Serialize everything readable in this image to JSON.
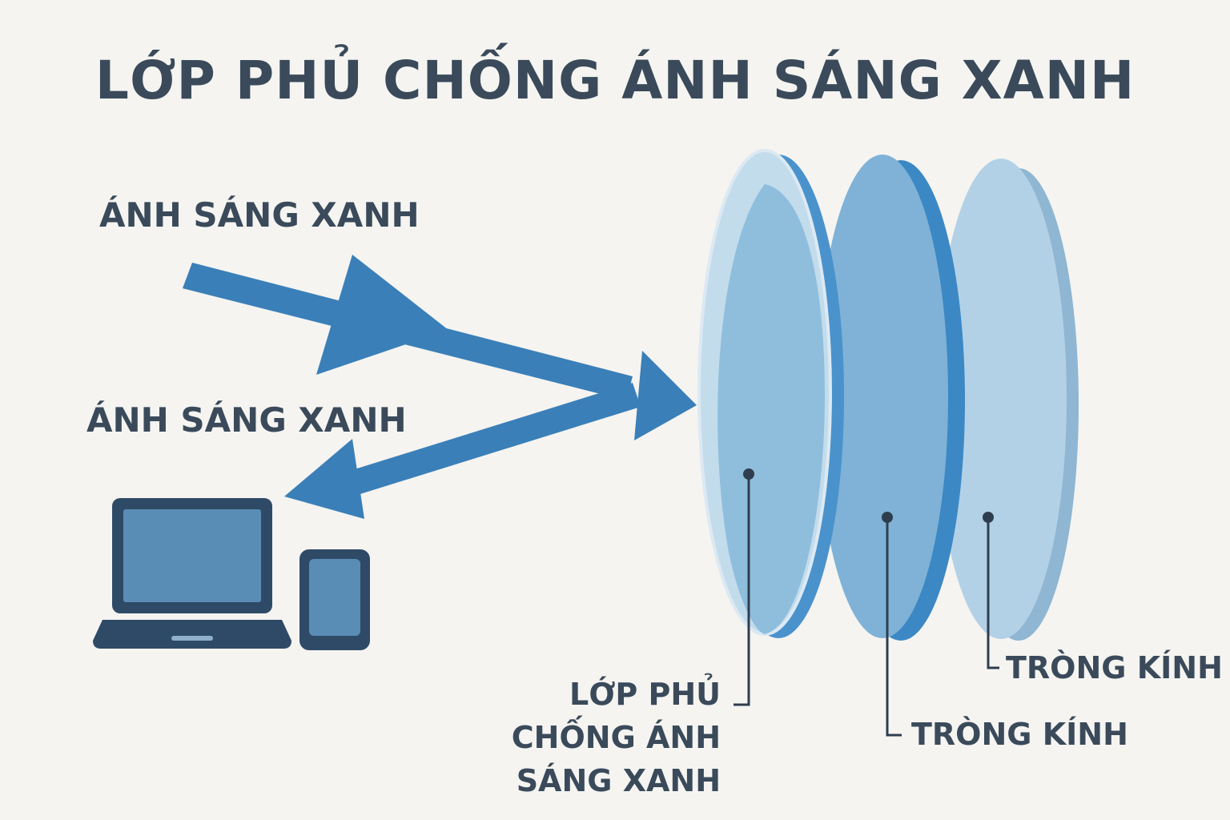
{
  "title": "LỚP PHỦ CHỐNG ÁNH SÁNG XANH",
  "incoming_light_label": "ÁNH SÁNG XANH",
  "reflected_light_label": "ÁNH SÁNG XANH",
  "coating_label": [
    "LỚP PHỦ",
    "CHỐNG ÁNH",
    "SÁNG XANH"
  ],
  "lens_label_middle": "TRÒNG KÍNH",
  "lens_label_back": "TRÒNG KÍNH",
  "icons": [
    "laptop-icon",
    "phone-icon",
    "arrow-incoming-icon",
    "arrow-reflected-icon"
  ],
  "colors": {
    "text": "#3a4a5a",
    "arrow": "#3a7fb8",
    "device": "#2f4a66",
    "device_screen": "#5a8db5",
    "lens_light": "#bcd7e8",
    "lens_mid": "#7fb2d6",
    "lens_edge": "#3c88c4",
    "background": "#f5f4f1"
  }
}
